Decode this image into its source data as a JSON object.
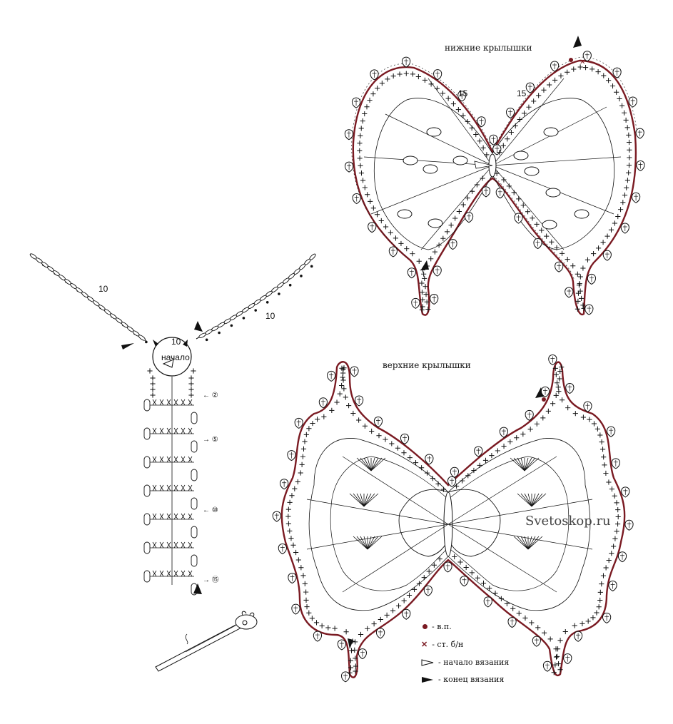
{
  "titles": {
    "lower_wings": "нижние крылышки",
    "upper_wings": "верхние крылышки"
  },
  "body_labels": {
    "start": "начало",
    "chain_count_left": "10",
    "chain_count_right": "10",
    "chain_count_center": "10"
  },
  "lower_wing_numbers": {
    "left": "15",
    "right": "15"
  },
  "body_rows": [
    "②",
    "⑤",
    "⑩",
    "⑮"
  ],
  "watermark": "Svetoskop.ru",
  "legend": [
    {
      "symbol": "dot-icon",
      "text": "- в.п."
    },
    {
      "symbol": "cross-icon",
      "text": "- ст. б/н"
    },
    {
      "symbol": "open-triangle-icon",
      "text": "- начало вязания"
    },
    {
      "symbol": "filled-triangle-icon",
      "text": "- конец вязания"
    }
  ],
  "colors": {
    "outline": "#7a1a22",
    "ink": "#111111"
  }
}
